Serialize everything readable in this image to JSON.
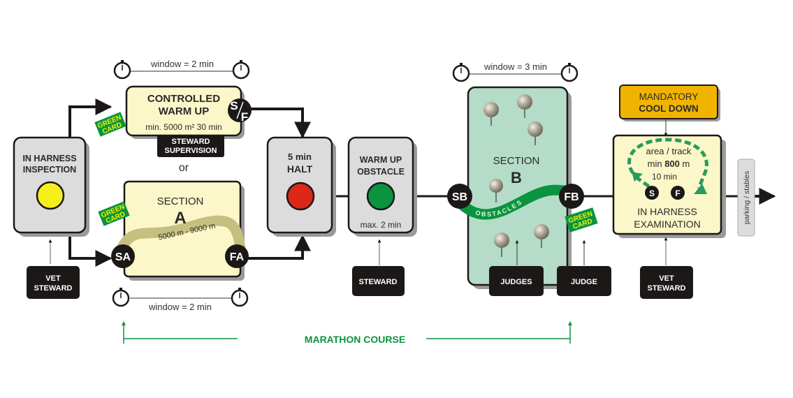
{
  "diagram": {
    "title": "Marathon course sequence",
    "colors": {
      "grey_box": "#dcdcdc",
      "yellow_box": "#fbf7c8",
      "green_box": "#b4dcc8",
      "cool_down": "#f0b400",
      "black": "#1c1818",
      "green": "#0a9440",
      "light_yellow": "#f7ef1a",
      "red_light": "#dc2818",
      "green_light": "#0a9440"
    },
    "inspection": {
      "title_line1": "IN HARNESS",
      "title_line2": "INSPECTION",
      "light": "yellow",
      "badge": [
        "VET",
        "STEWARD"
      ]
    },
    "warmup": {
      "title_line1": "CONTROLLED",
      "title_line2": "WARM UP",
      "detail": "min. 5000 m²  30 min",
      "badge": [
        "STEWARD",
        "SUPERVISION"
      ],
      "node": "S/F",
      "node_s": "S",
      "node_f": "F",
      "window": "window = 2 min",
      "green_card": [
        "GREEN",
        "CARD"
      ]
    },
    "or_label": "or",
    "section_a": {
      "title": "SECTION",
      "letter": "A",
      "distance": "5000 m - 9000 m",
      "start_node": "SA",
      "finish_node": "FA",
      "window": "window = 2 min",
      "green_card": [
        "GREEN",
        "CARD"
      ]
    },
    "halt": {
      "line1": "5 min",
      "line2": "HALT",
      "light": "red"
    },
    "warmup_obstacle": {
      "line1": "WARM UP",
      "line2": "OBSTACLE",
      "light": "green",
      "detail": "max. 2 min",
      "badge": "STEWARD"
    },
    "section_b": {
      "title": "SECTION",
      "letter": "B",
      "track_label": "OBSTACLES",
      "start_node": "SB",
      "finish_node": "FB",
      "window": "window = 3 min",
      "badge_judges": "JUDGES",
      "badge_judge": "JUDGE",
      "green_card": [
        "GREEN",
        "CARD"
      ]
    },
    "cool_down": {
      "line1": "MANDATORY",
      "line2": "COOL DOWN"
    },
    "examination": {
      "line1": "area / track",
      "line2_pre": "min ",
      "line2_bold": "800",
      "line2_post": " m",
      "line3": "10 min",
      "node_s": "S",
      "node_f": "F",
      "title_line1": "IN HARNESS",
      "title_line2": "EXAMINATION",
      "badge": [
        "VET",
        "STEWARD"
      ]
    },
    "exit_tab": "parking / stables",
    "marathon_course": "MARATHON COURSE"
  }
}
